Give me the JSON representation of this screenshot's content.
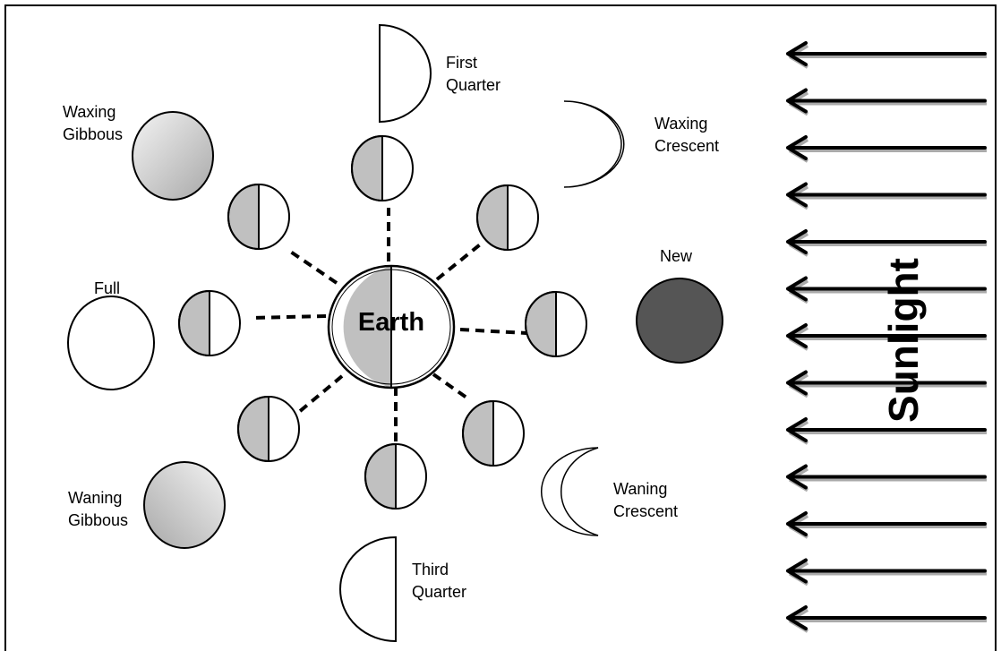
{
  "center": {
    "label": "Earth"
  },
  "sunlight": {
    "label": "Sunlight",
    "arrow_count": 13
  },
  "phases": {
    "first_quarter": [
      "First",
      "Quarter"
    ],
    "waxing_crescent": [
      "Waxing",
      "Crescent"
    ],
    "new": [
      "New"
    ],
    "waxing_gibbous": [
      "Waxing",
      "Gibbous"
    ],
    "full": [
      "Full"
    ],
    "waning_gibbous": [
      "Waning",
      "Gibbous"
    ],
    "third_quarter": [
      "Third",
      "Quarter"
    ],
    "waning_crescent": [
      "Waning",
      "Crescent"
    ]
  },
  "colors": {
    "dark_side": "#c0c0c0",
    "lit_side": "#ffffff",
    "new_moon": "#555555",
    "gibbous_fill": "#d9d9d9",
    "line": "#000000"
  }
}
